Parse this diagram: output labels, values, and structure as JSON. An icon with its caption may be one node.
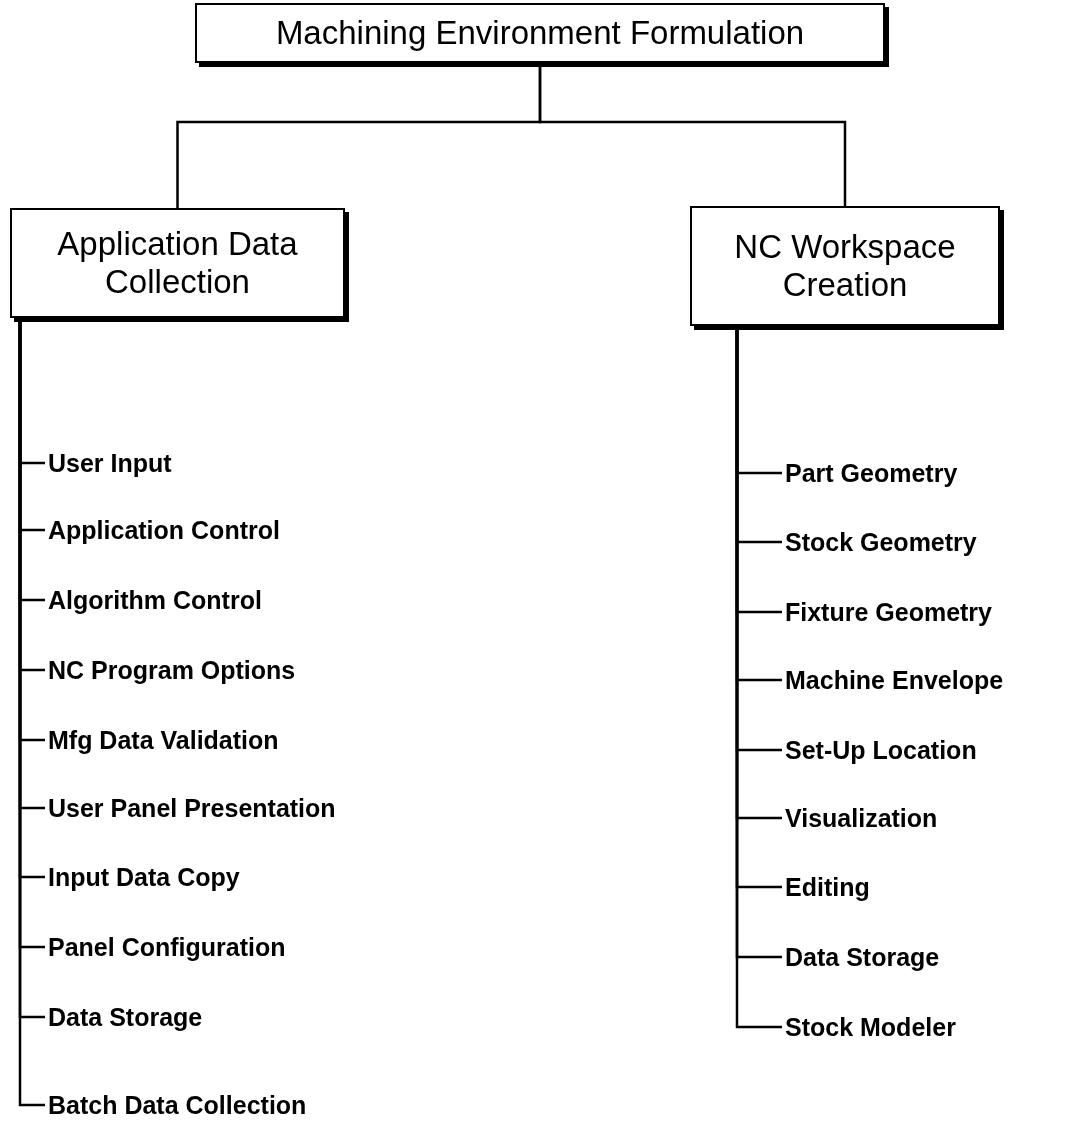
{
  "diagram": {
    "nodes": [
      {
        "text": [
          "Machining Environment Formulation"
        ]
      },
      {
        "text": [
          "Application Data Collection"
        ]
      },
      {
        "text": [
          "NC Workspace Creation"
        ]
      },
      {
        "text": [
          "User Input"
        ]
      },
      {
        "text": [
          "Application Control"
        ]
      },
      {
        "text": [
          "Algorithm Control"
        ]
      },
      {
        "text": [
          "NC Program Options"
        ]
      },
      {
        "text": [
          "Mfg Data Validation"
        ]
      },
      {
        "text": [
          "User Panel Presentation"
        ]
      },
      {
        "text": [
          "Input Data Copy"
        ]
      },
      {
        "text": [
          "Panel Configuration"
        ]
      },
      {
        "text": [
          "Data Storage"
        ]
      },
      {
        "text": [
          "Batch Data Collection"
        ]
      },
      {
        "text": [
          "Part Geometry"
        ]
      },
      {
        "text": [
          "Stock Geometry"
        ]
      },
      {
        "text": [
          "Fixture Geometry"
        ]
      },
      {
        "text": [
          "Machine Envelope"
        ]
      },
      {
        "text": [
          "Set-Up Location"
        ]
      },
      {
        "text": [
          "Visualization"
        ]
      },
      {
        "text": [
          "Editing"
        ]
      },
      {
        "text": [
          "Data Storage"
        ]
      },
      {
        "text": [
          "Stock Modeler"
        ]
      }
    ],
    "edges": [
      {
        "from": 0,
        "to": 1,
        "arrow": "none"
      },
      {
        "from": 0,
        "to": 2,
        "arrow": "none"
      },
      {
        "from": 1,
        "to": 3,
        "arrow": "none"
      },
      {
        "from": 1,
        "to": 4,
        "arrow": "none"
      },
      {
        "from": 1,
        "to": 5,
        "arrow": "none"
      },
      {
        "from": 1,
        "to": 6,
        "arrow": "none"
      },
      {
        "from": 1,
        "to": 7,
        "arrow": "none"
      },
      {
        "from": 1,
        "to": 8,
        "arrow": "none"
      },
      {
        "from": 1,
        "to": 9,
        "arrow": "none"
      },
      {
        "from": 1,
        "to": 10,
        "arrow": "none"
      },
      {
        "from": 1,
        "to": 11,
        "arrow": "none"
      },
      {
        "from": 1,
        "to": 12,
        "arrow": "none"
      },
      {
        "from": 2,
        "to": 13,
        "arrow": "none"
      },
      {
        "from": 2,
        "to": 14,
        "arrow": "none"
      },
      {
        "from": 2,
        "to": 15,
        "arrow": "none"
      },
      {
        "from": 2,
        "to": 16,
        "arrow": "none"
      },
      {
        "from": 2,
        "to": 17,
        "arrow": "none"
      },
      {
        "from": 2,
        "to": 18,
        "arrow": "none"
      },
      {
        "from": 2,
        "to": 19,
        "arrow": "none"
      },
      {
        "from": 2,
        "to": 20,
        "arrow": "none"
      },
      {
        "from": 2,
        "to": 21,
        "arrow": "none"
      }
    ]
  }
}
